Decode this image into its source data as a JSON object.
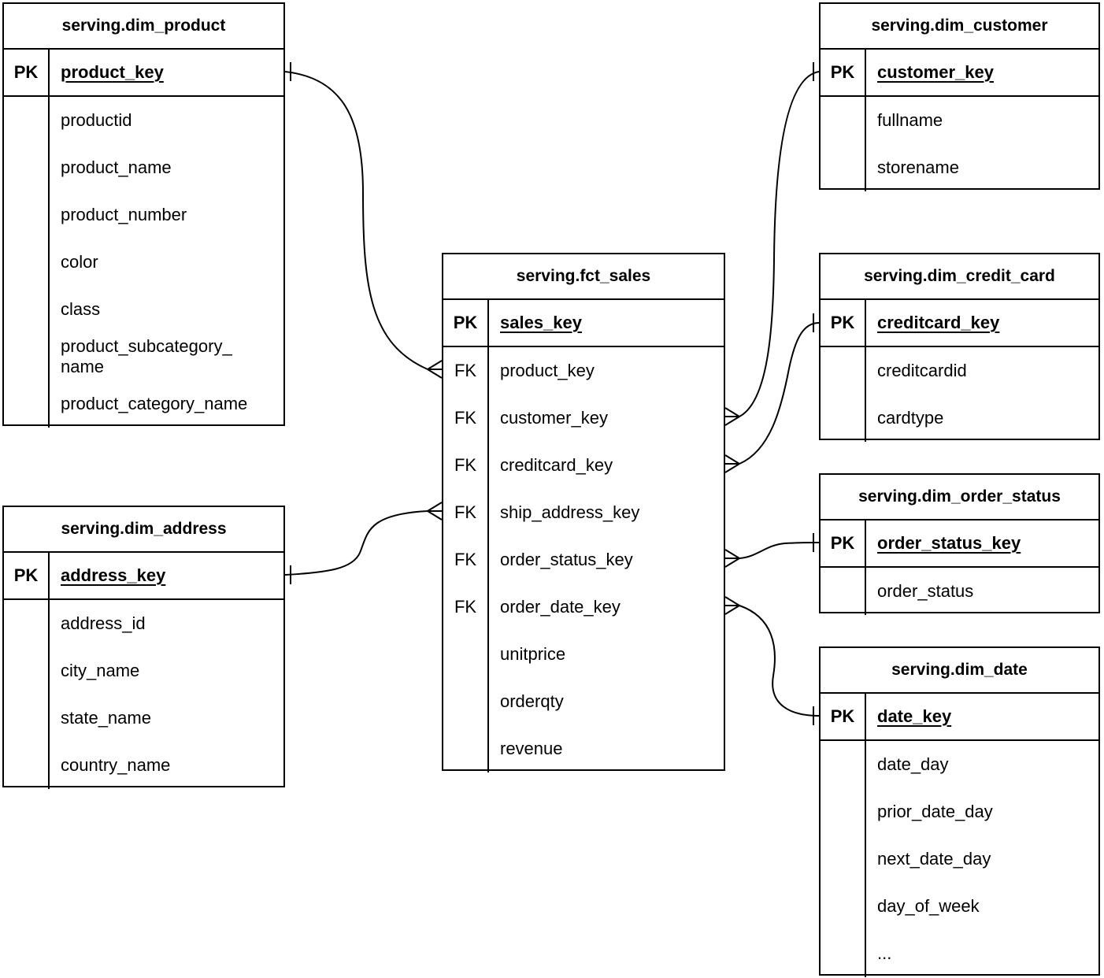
{
  "diagram": {
    "background_color": "#ffffff",
    "line_color": "#000000",
    "tables": {
      "dim_product": {
        "title": "serving.dim_product",
        "pk_label": "PK",
        "pk_field": "product_key",
        "fields": [
          "productid",
          "product_name",
          "product_number",
          "color",
          "class",
          "product_subcategory_\nname",
          "product_category_name"
        ]
      },
      "dim_address": {
        "title": "serving.dim_address",
        "pk_label": "PK",
        "pk_field": "address_key",
        "fields": [
          "address_id",
          "city_name",
          "state_name",
          "country_name"
        ]
      },
      "fct_sales": {
        "title": "serving.fct_sales",
        "pk_label": "PK",
        "pk_field": "sales_key",
        "fk_label": "FK",
        "fields": [
          "product_key",
          "customer_key",
          "creditcard_key",
          "ship_address_key",
          "order_status_key",
          "order_date_key",
          "unitprice",
          "orderqty",
          "revenue"
        ]
      },
      "dim_customer": {
        "title": "serving.dim_customer",
        "pk_label": "PK",
        "pk_field": "customer_key",
        "fields": [
          "fullname",
          "storename"
        ]
      },
      "dim_credit_card": {
        "title": "serving.dim_credit_card",
        "pk_label": "PK",
        "pk_field": "creditcard_key",
        "fields": [
          "creditcardid",
          "cardtype"
        ]
      },
      "dim_order_status": {
        "title": "serving.dim_order_status",
        "pk_label": "PK",
        "pk_field": "order_status_key",
        "fields": [
          "order_status"
        ]
      },
      "dim_date": {
        "title": "serving.dim_date",
        "pk_label": "PK",
        "pk_field": "date_key",
        "fields": [
          "date_day",
          "prior_date_day",
          "next_date_day",
          "day_of_week",
          "..."
        ]
      }
    },
    "relationships": [
      {
        "many_side": "serving.fct_sales.product_key",
        "one_side": "serving.dim_product.product_key",
        "cardinality": "many-to-one"
      },
      {
        "many_side": "serving.fct_sales.ship_address_key",
        "one_side": "serving.dim_address.address_key",
        "cardinality": "many-to-one"
      },
      {
        "many_side": "serving.fct_sales.customer_key",
        "one_side": "serving.dim_customer.customer_key",
        "cardinality": "many-to-one"
      },
      {
        "many_side": "serving.fct_sales.creditcard_key",
        "one_side": "serving.dim_credit_card.creditcard_key",
        "cardinality": "many-to-one"
      },
      {
        "many_side": "serving.fct_sales.order_status_key",
        "one_side": "serving.dim_order_status.order_status_key",
        "cardinality": "many-to-one"
      },
      {
        "many_side": "serving.fct_sales.order_date_key",
        "one_side": "serving.dim_date.date_key",
        "cardinality": "many-to-one"
      }
    ]
  }
}
